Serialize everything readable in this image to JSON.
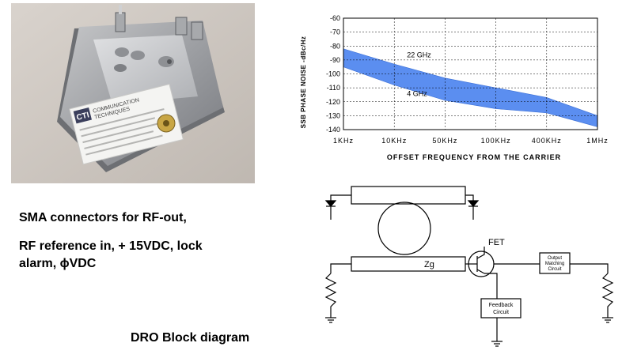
{
  "photo": {
    "label_brand": "CTI",
    "label_company_line1": "COMMUNICATION",
    "label_company_line2": "TECHNIQUES"
  },
  "captions": {
    "line1": "SMA connectors for RF-out,",
    "line2": "RF reference in, + 15VDC, lock",
    "line3": "alarm, ϕVDC",
    "diagram_title": "DRO Block diagram"
  },
  "chart_data": {
    "type": "area",
    "ylabel": "SSB PHASE NOISE -dBc/Hz",
    "xlabel": "OFFSET FREQUENCY FROM THE CARRIER",
    "x_tick_labels": [
      "1KHz",
      "10KHz",
      "50KHz",
      "100KHz",
      "400KHz",
      "1MHz"
    ],
    "y_ticks": [
      -60,
      -70,
      -80,
      -90,
      -100,
      -110,
      -120,
      -130,
      -140
    ],
    "ylim": [
      -140,
      -60
    ],
    "grid": true,
    "band_color": "#5b8ef0",
    "series": [
      {
        "name": "22 GHz",
        "x": [
          "1KHz",
          "10KHz",
          "50KHz",
          "100KHz",
          "400KHz",
          "1MHz"
        ],
        "values": [
          -82,
          -93,
          -103,
          -110,
          -117,
          -130
        ]
      },
      {
        "name": "4 GHz",
        "x": [
          "1KHz",
          "10KHz",
          "50KHz",
          "100KHz",
          "400KHz",
          "1MHz"
        ],
        "values": [
          -95,
          -108,
          -119,
          -125,
          -128,
          -138
        ]
      }
    ]
  },
  "circuit": {
    "fet_label": "FET",
    "zg_label": "Zg",
    "output_box": [
      "Output",
      "Matching",
      "Circuit"
    ],
    "feedback_box": [
      "Feedback",
      "Circuit"
    ]
  }
}
